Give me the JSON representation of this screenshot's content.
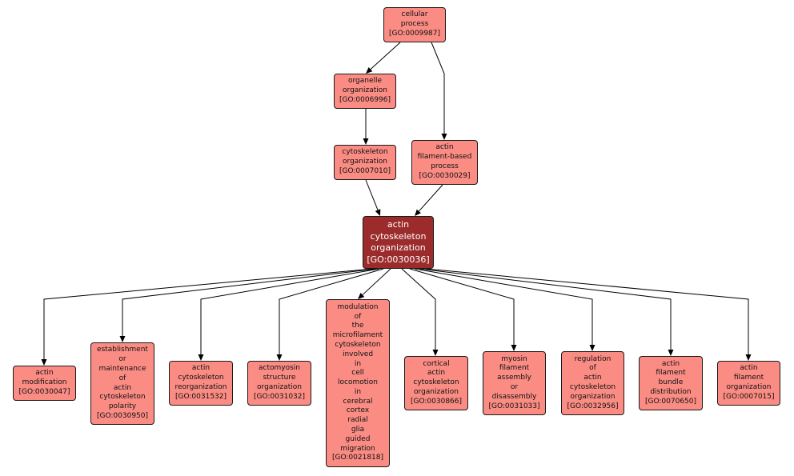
{
  "colors": {
    "node_fill": "#fa8c84",
    "focus_fill": "#9c2b2b",
    "border": "#1a1a1a",
    "edge": "#000000",
    "focus_text": "#ffffff"
  },
  "nodes": [
    {
      "id": "n0009987",
      "lines": [
        "cellular",
        "process",
        "[GO:0009987]"
      ]
    },
    {
      "id": "n0006996",
      "lines": [
        "organelle",
        "organization",
        "[GO:0006996]"
      ]
    },
    {
      "id": "n0007010",
      "lines": [
        "cytoskeleton",
        "organization",
        "[GO:0007010]"
      ]
    },
    {
      "id": "n0030029",
      "lines": [
        "actin",
        "filament-based",
        "process",
        "[GO:0030029]"
      ]
    },
    {
      "id": "n0030036",
      "lines": [
        "actin",
        "cytoskeleton",
        "organization",
        "[GO:0030036]"
      ]
    },
    {
      "id": "n0030047",
      "lines": [
        "actin",
        "modification",
        "[GO:0030047]"
      ]
    },
    {
      "id": "n0030950",
      "lines": [
        "establishment",
        "or",
        "maintenance",
        "of",
        "actin",
        "cytoskeleton",
        "polarity",
        "[GO:0030950]"
      ]
    },
    {
      "id": "n0031532",
      "lines": [
        "actin",
        "cytoskeleton",
        "reorganization",
        "[GO:0031532]"
      ]
    },
    {
      "id": "n0031032",
      "lines": [
        "actomyosin",
        "structure",
        "organization",
        "[GO:0031032]"
      ]
    },
    {
      "id": "n0021818",
      "lines": [
        "modulation",
        "of",
        "the",
        "microfilament",
        "cytoskeleton",
        "involved",
        "in",
        "cell",
        "locomotion",
        "in",
        "cerebral",
        "cortex",
        "radial",
        "glia",
        "guided",
        "migration",
        "[GO:0021818]"
      ]
    },
    {
      "id": "n0030866",
      "lines": [
        "cortical",
        "actin",
        "cytoskeleton",
        "organization",
        "[GO:0030866]"
      ]
    },
    {
      "id": "n0031033",
      "lines": [
        "myosin",
        "filament",
        "assembly",
        "or",
        "disassembly",
        "[GO:0031033]"
      ]
    },
    {
      "id": "n0032956",
      "lines": [
        "regulation",
        "of",
        "actin",
        "cytoskeleton",
        "organization",
        "[GO:0032956]"
      ]
    },
    {
      "id": "n0070650",
      "lines": [
        "actin",
        "filament",
        "bundle",
        "distribution",
        "[GO:0070650]"
      ]
    },
    {
      "id": "n0007015",
      "lines": [
        "actin",
        "filament",
        "organization",
        "[GO:0007015]"
      ]
    }
  ],
  "edges": [
    [
      "n0009987",
      "n0006996"
    ],
    [
      "n0009987",
      "n0030029"
    ],
    [
      "n0006996",
      "n0007010"
    ],
    [
      "n0007010",
      "n0030036"
    ],
    [
      "n0030029",
      "n0030036"
    ],
    [
      "n0030036",
      "n0030047"
    ],
    [
      "n0030036",
      "n0030950"
    ],
    [
      "n0030036",
      "n0031532"
    ],
    [
      "n0030036",
      "n0031032"
    ],
    [
      "n0030036",
      "n0021818"
    ],
    [
      "n0030036",
      "n0030866"
    ],
    [
      "n0030036",
      "n0031033"
    ],
    [
      "n0030036",
      "n0032956"
    ],
    [
      "n0030036",
      "n0070650"
    ],
    [
      "n0030036",
      "n0007015"
    ]
  ]
}
